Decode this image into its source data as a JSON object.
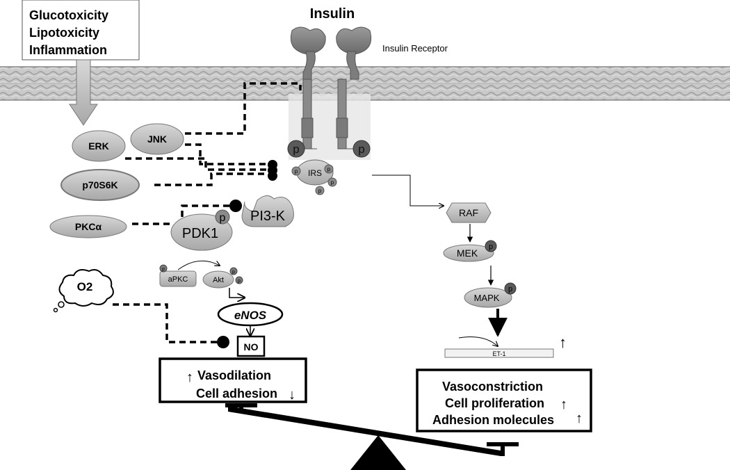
{
  "stress_box": {
    "lines": [
      "Glucotoxicity",
      "Lipotoxicity",
      "Inflammation"
    ]
  },
  "insulin": {
    "label": "Insulin"
  },
  "receptor": {
    "label": "Insulin Receptor"
  },
  "phospho": {
    "label": "p"
  },
  "irs": {
    "label": "IRS",
    "phospho_label": "p"
  },
  "kinases": {
    "erk": "ERK",
    "jnk": "JNK",
    "p70s6k": "p70S6K",
    "pkca": "PKCα",
    "pdk1": "PDK1",
    "pdk1_phospho": "p",
    "pi3k": "PI3-K"
  },
  "downstream": {
    "apkc": "aPKC",
    "akt": "Akt",
    "small_p": "p",
    "enos": "eNOS",
    "no": "NO"
  },
  "oxygen": {
    "label": "O2"
  },
  "mapk_branch": {
    "raf": "RAF",
    "mek": "MEK",
    "mapk": "MAPK",
    "small_p": "p",
    "et1": "ET-1",
    "up_arrow": "↑"
  },
  "left_effects": {
    "line1": "Vasodilation",
    "line1_arrow": "↑",
    "line2": "Cell adhesion",
    "line2_arrow": "↓"
  },
  "right_effects": {
    "line1": "Vasoconstriction",
    "line2": "Cell proliferation",
    "line2_arrow": "↑",
    "line3": "Adhesion molecules",
    "line3_arrow": "↑"
  }
}
